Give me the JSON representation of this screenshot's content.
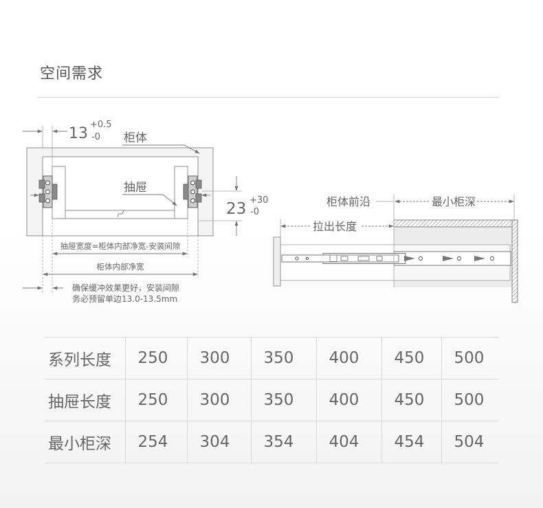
{
  "title": "空间需求",
  "colors": {
    "title": "#555555",
    "text": "#666666",
    "line": "#d9d9d9",
    "drawing": "#8c8c8c"
  },
  "front_view": {
    "gap_value": "13",
    "gap_tolerance_plus": "+0.5",
    "gap_tolerance_minus": "-0",
    "cabinet_label": "柜体",
    "drawer_label": "抽屉",
    "height_value": "23",
    "height_tolerance_plus": "+30",
    "height_tolerance_minus": "-0",
    "drawer_width_formula": "抽屉宽度=柜体内部净宽-安装间隙",
    "cabinet_inner_width": "柜体内部净宽",
    "note_line_1": "确保缓冲效果更好，安装间隙",
    "note_line_2": "务必预留单边13.0-13.5mm"
  },
  "side_view": {
    "cabinet_front_edge": "柜体前沿",
    "min_cabinet_depth": "最小柜深",
    "pull_out_length": "拉出长度"
  },
  "table": {
    "rows": [
      {
        "label": "系列长度",
        "values": [
          250,
          300,
          350,
          400,
          450,
          500
        ]
      },
      {
        "label": "抽屉长度",
        "values": [
          250,
          300,
          350,
          400,
          450,
          500
        ]
      },
      {
        "label": "最小柜深",
        "values": [
          254,
          304,
          354,
          404,
          454,
          504
        ]
      }
    ]
  }
}
